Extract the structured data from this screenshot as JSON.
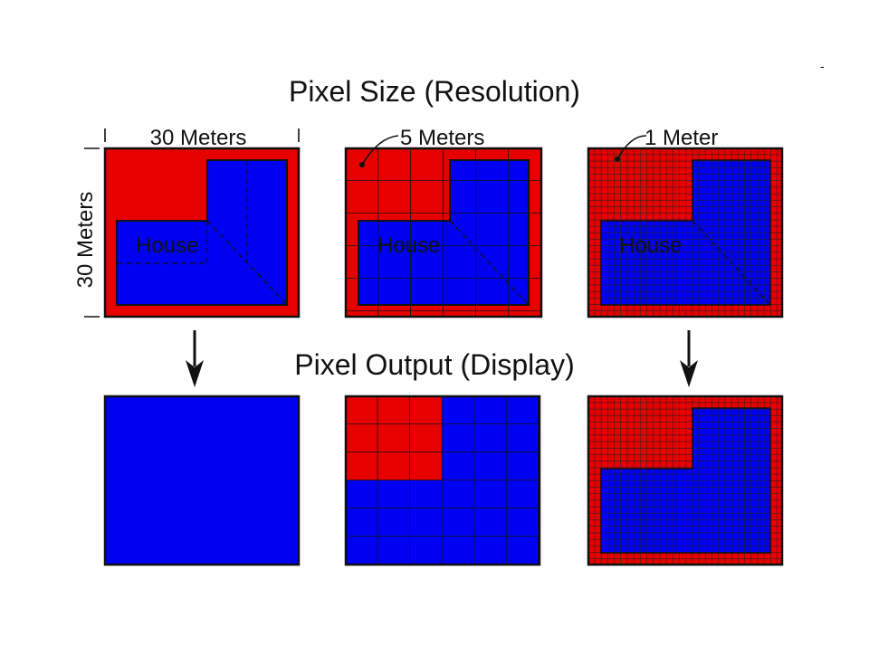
{
  "title": "Pixel Size (Resolution)",
  "subtitle": "Pixel Output (Display)",
  "labels": {
    "width": "30 Meters",
    "height": "30 Meters",
    "panel5": "5 Meters",
    "panel1": "1 Meter",
    "house": "House",
    "corner_mark": "-"
  },
  "colors": {
    "background": "#e70000",
    "house": "#0000f2",
    "line": "#111111"
  },
  "panels": [
    {
      "id": "30m",
      "pixel_size_m": 30
    },
    {
      "id": "5m",
      "pixel_size_m": 5
    },
    {
      "id": "1m",
      "pixel_size_m": 1
    }
  ],
  "icons": [
    "arrow-down-icon",
    "arrow-down-icon"
  ]
}
